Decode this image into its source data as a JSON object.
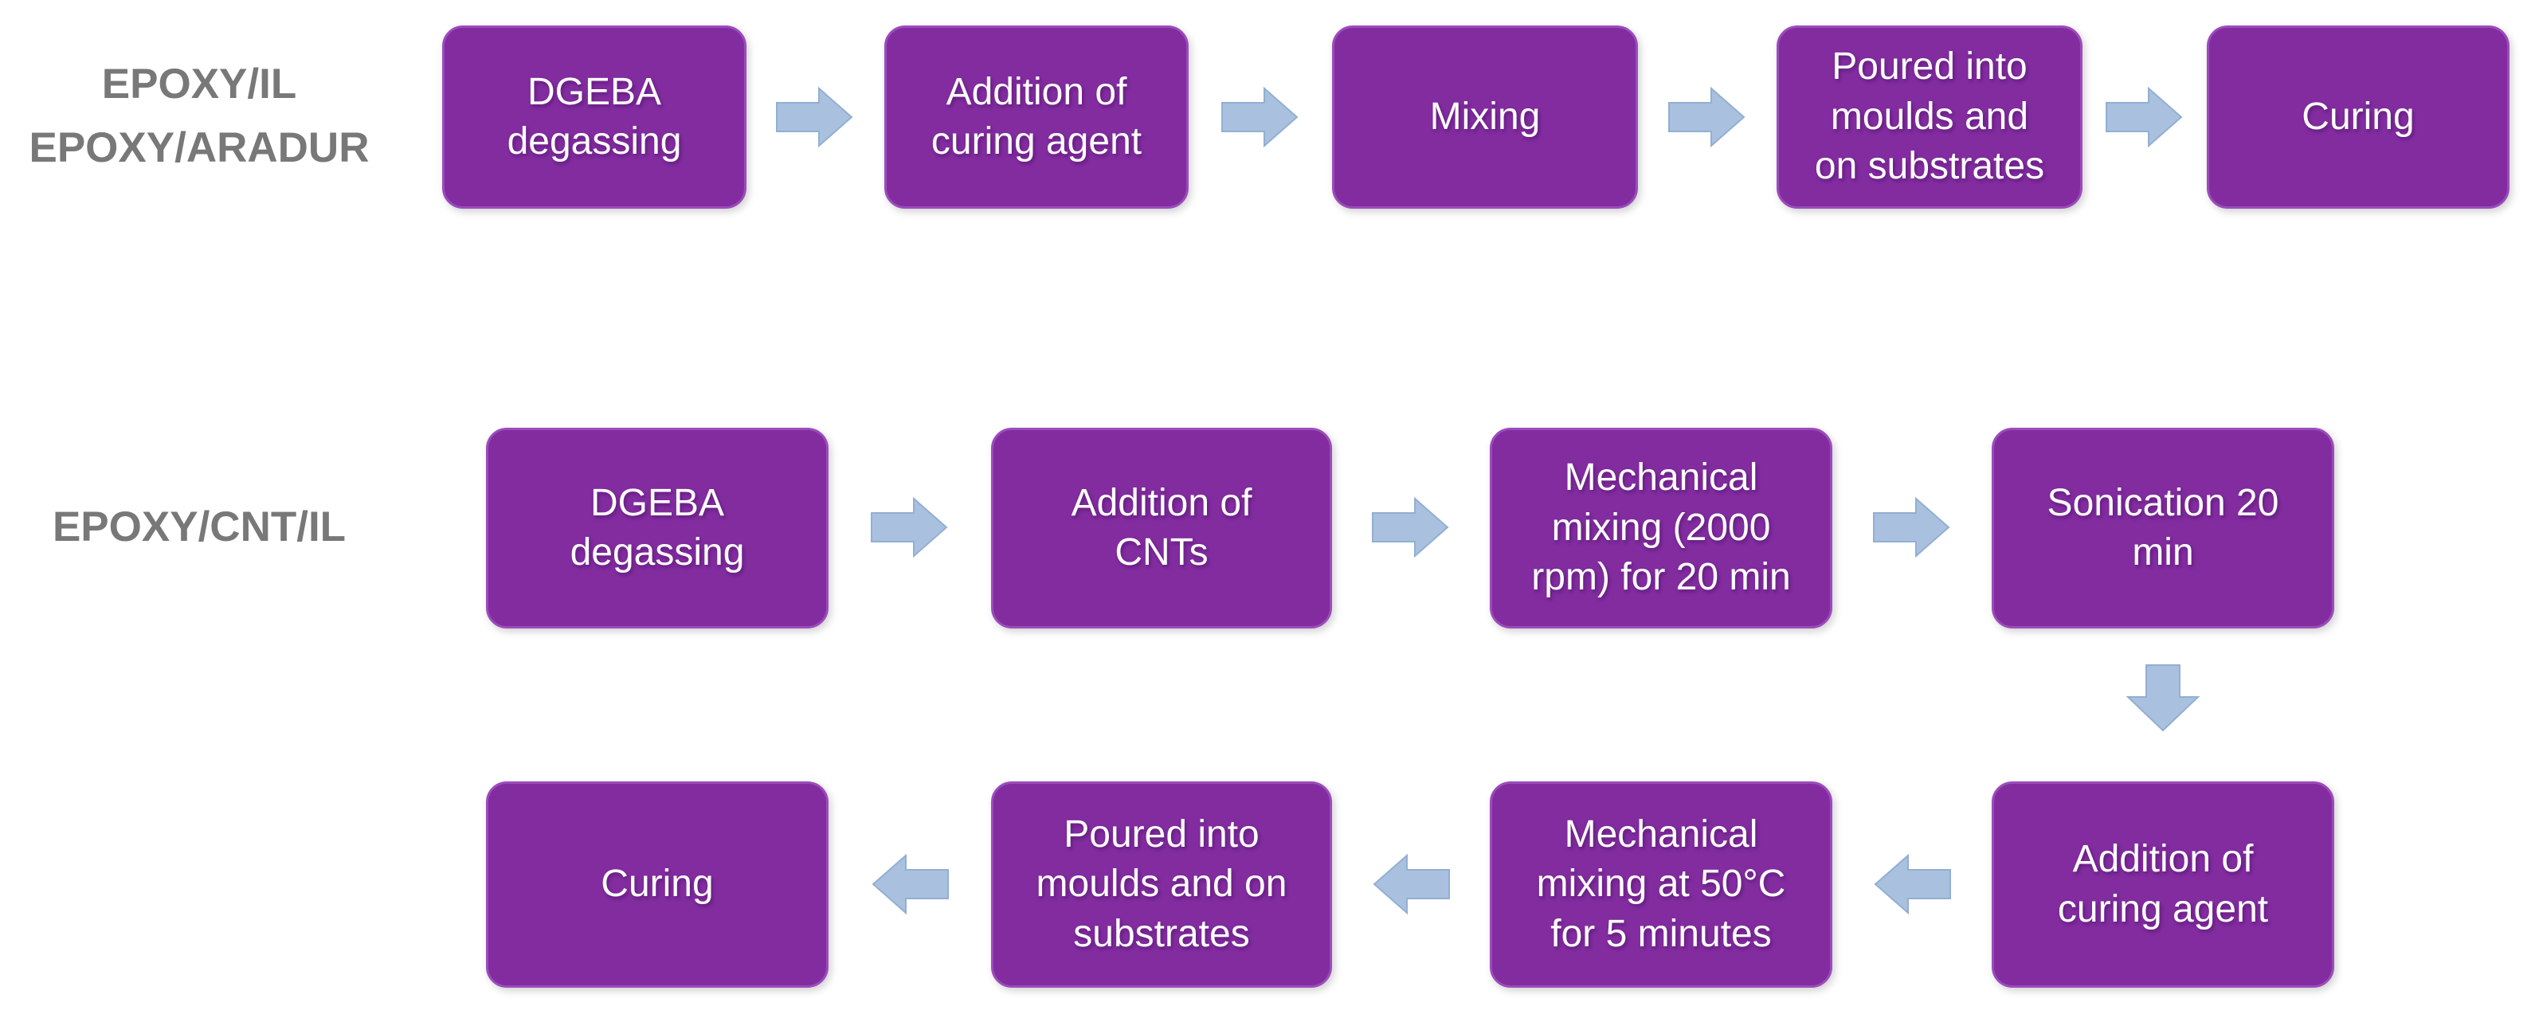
{
  "diagram": {
    "type": "process-flowchart",
    "background": "#ffffff",
    "flow_epoxy_il": {
      "label": "EPOXY/IL\nEPOXY/ARADUR",
      "steps": [
        "DGEBA\ndegassing",
        "Addition of\ncuring agent",
        "Mixing",
        "Poured into\nmoulds and\non substrates",
        "Curing"
      ]
    },
    "flow_epoxy_cnt_il": {
      "label": "EPOXY/CNT/IL",
      "top_row_steps": [
        "DGEBA\ndegassing",
        "Addition of\nCNTs",
        "Mechanical\nmixing (2000\nrpm) for 20 min",
        "Sonication 20\nmin"
      ],
      "bottom_row_steps": [
        "Curing",
        "Poured into\nmoulds and on\nsubstrates",
        "Mechanical\nmixing at 50°C\nfor 5 minutes",
        "Addition of\ncuring agent"
      ]
    },
    "colors": {
      "box_fill": "#822CA0",
      "box_border": "#9B4CBB",
      "box_text": "#FFFFFF",
      "arrow_fill": "#A9C1DF",
      "arrow_border": "#92AFD2",
      "label_text": "#787878"
    }
  }
}
